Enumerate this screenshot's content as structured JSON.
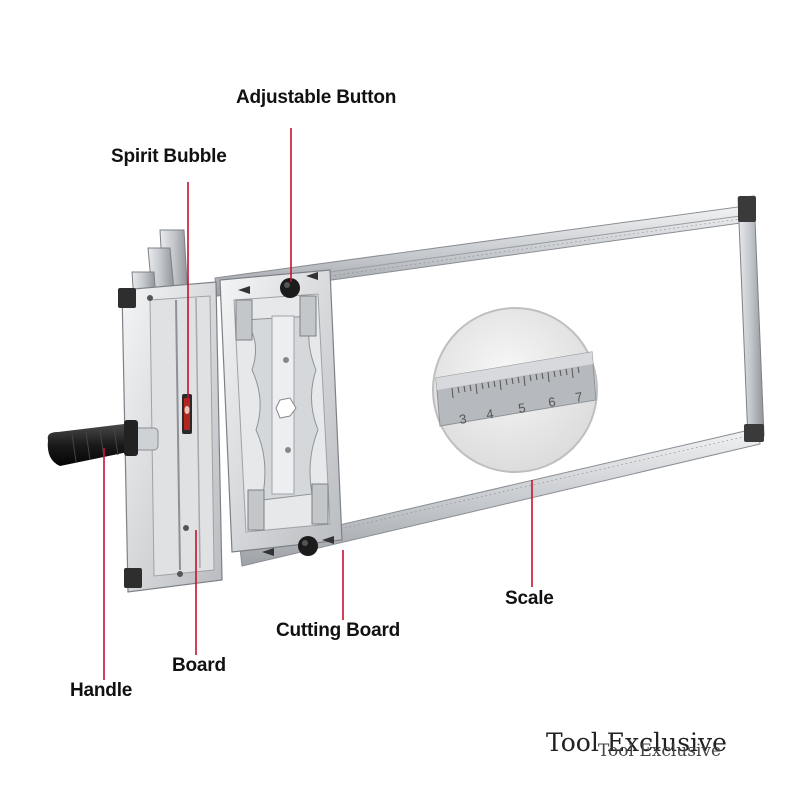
{
  "callouts": {
    "adjustable_button": "Adjustable Button",
    "spirit_bubble": "Spirit Bubble",
    "scale": "Scale",
    "cutting_board": "Cutting Board",
    "board": "Board",
    "handle": "Handle"
  },
  "magnifier": {
    "scale_numbers": [
      "3",
      "4",
      "5",
      "6",
      "7"
    ]
  },
  "watermark": {
    "primary": "Tool Exclusive",
    "secondary": "Tool Exclusive"
  },
  "colors": {
    "callout_line": "#c8102e",
    "frame_metal": "#c9ccd0",
    "handle_grip": "#1d1d1d",
    "bubble_vial": "#b3261e"
  }
}
